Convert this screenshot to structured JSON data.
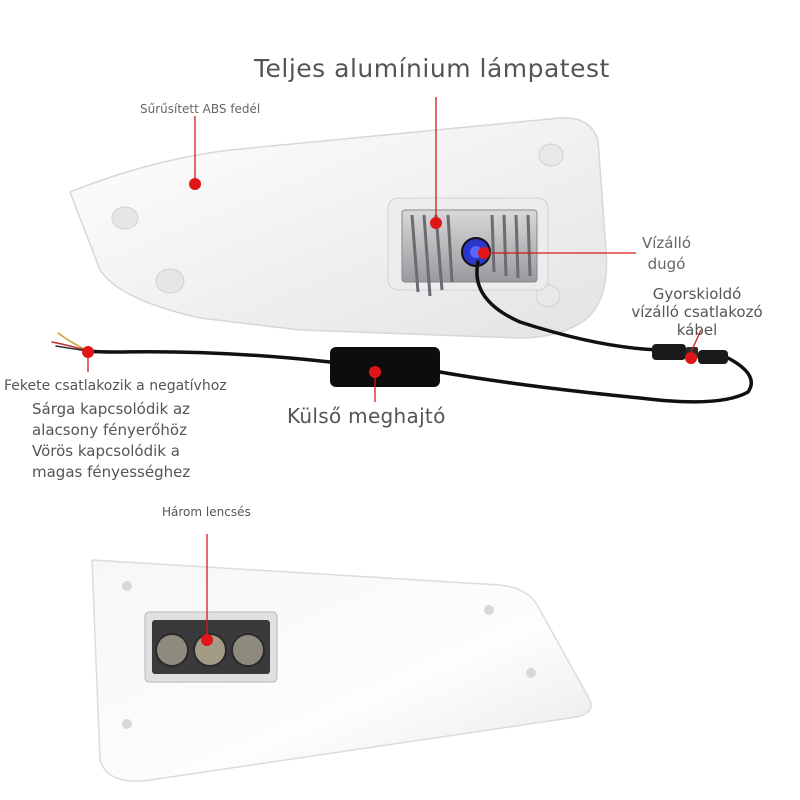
{
  "labels": {
    "housing": "Teljes alumínium lámpatest",
    "abs_cover": "Sűrűsített ABS fedél",
    "waterproof_plug_line1": "Vízálló",
    "waterproof_plug_line2": "dugó",
    "quick_connector_line1": "Gyorskioldó",
    "quick_connector_line2": "vízálló csatlakozó",
    "quick_connector_line3": "kábel",
    "wire_black": "Fekete csatlakozik a negatívhoz",
    "wire_yellow_line1": "Sárga kapcsolódik az",
    "wire_yellow_line2": "alacsony fényerőhöz",
    "wire_red_line1": "Vörös kapcsolódik a",
    "wire_red_line2": "magas fényességhez",
    "external_driver": "Külső meghajtó",
    "three_lenses": "Három lencsés"
  },
  "colors": {
    "marker": "#e01616",
    "leader": "#d21a1a",
    "cover": "#f2f2f4",
    "cable": "#111111"
  }
}
